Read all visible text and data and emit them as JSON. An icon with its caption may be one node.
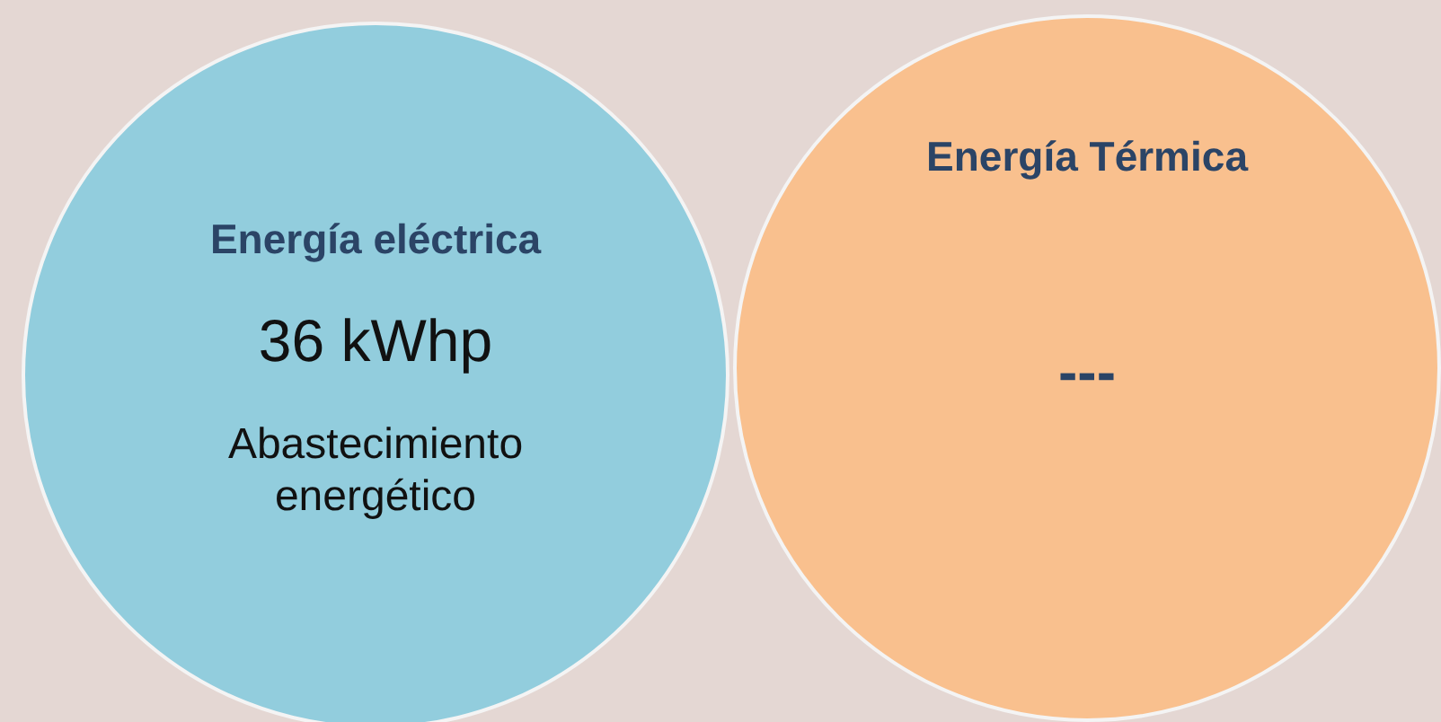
{
  "diagram": {
    "nodes": [
      {
        "text": [
          "Energía eléctrica",
          "36 kWhp",
          "Abastecimiento energético"
        ]
      },
      {
        "text": [
          "Energía Térmica",
          "---"
        ]
      }
    ]
  }
}
